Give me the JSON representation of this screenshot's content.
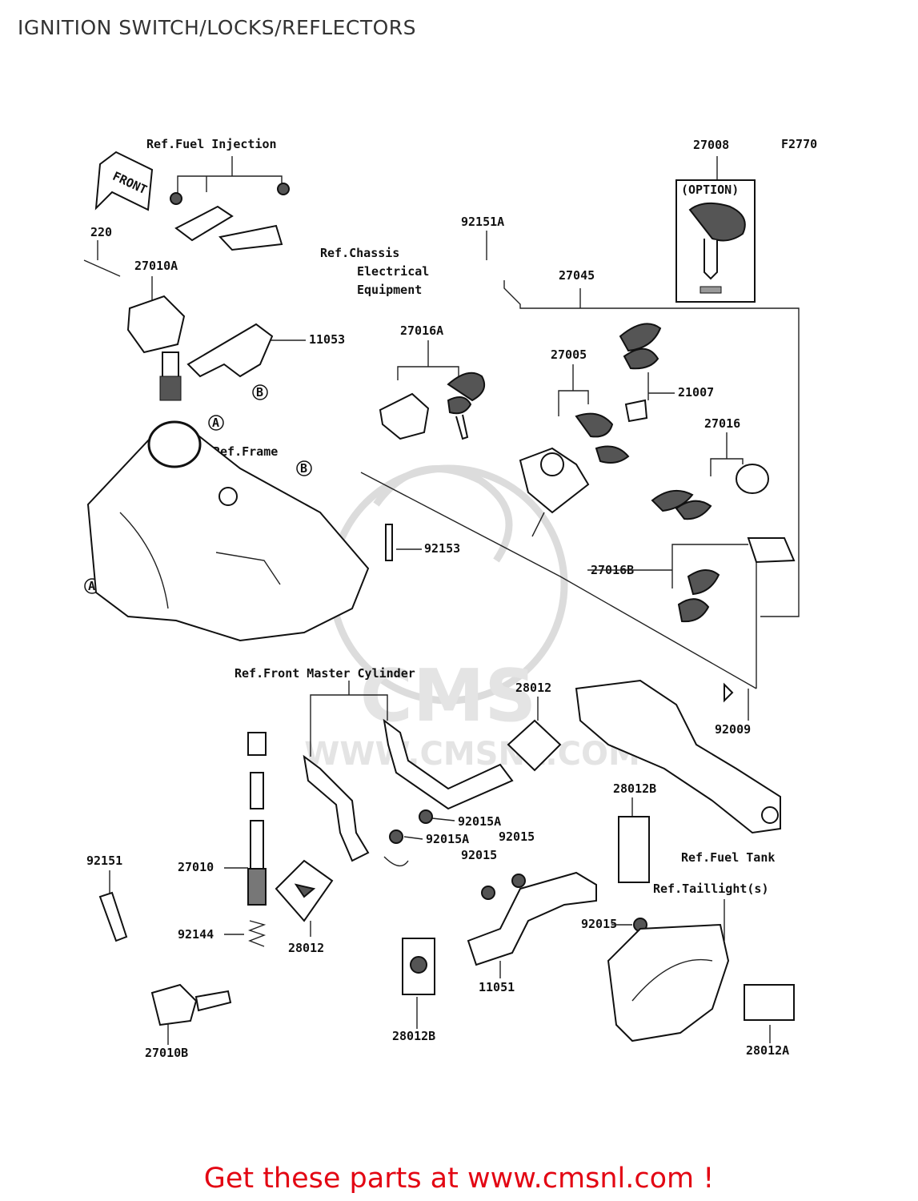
{
  "header": {
    "title": "IGNITION SWITCH/LOCKS/REFLECTORS"
  },
  "diagram": {
    "code": "F2770",
    "front_label": "FRONT",
    "option_label": "(OPTION)",
    "watermark": {
      "brand": "CMS",
      "url": "WWW.CMSNL.COM"
    },
    "refs": {
      "fuel_injection": "Ref.Fuel Injection",
      "chassis_line1": "Ref.Chassis",
      "chassis_line2": "Electrical",
      "chassis_line3": "Equipment",
      "frame": "Ref.Frame",
      "front_master_cylinder": "Ref.Front Master Cylinder",
      "fuel_tank": "Ref.Fuel Tank",
      "taillight": "Ref.Taillight(s)"
    },
    "callouts": {
      "a": "A",
      "b": "B"
    },
    "parts": {
      "p27008": "27008",
      "p92151a": "92151A",
      "p27045": "27045",
      "p220": "220",
      "p27010a": "27010A",
      "p11053": "11053",
      "p27016a": "27016A",
      "p27005": "27005",
      "p21007": "21007",
      "p27016": "27016",
      "p92153": "92153",
      "p27016b": "27016B",
      "p28012_top": "28012",
      "p92009": "92009",
      "p92015a_1": "92015A",
      "p92015a_2": "92015A",
      "p92015_1": "92015",
      "p92015_2": "92015",
      "p28012b_right": "28012B",
      "p92151": "92151",
      "p27010": "27010",
      "p92144": "92144",
      "p28012_mid": "28012",
      "p92015_3": "92015",
      "p11051": "11051",
      "p28012b_bottom": "28012B",
      "p27010b": "27010B",
      "p28012a": "28012A"
    }
  },
  "footer": {
    "cta": "Get these parts at www.cmsnl.com !"
  }
}
